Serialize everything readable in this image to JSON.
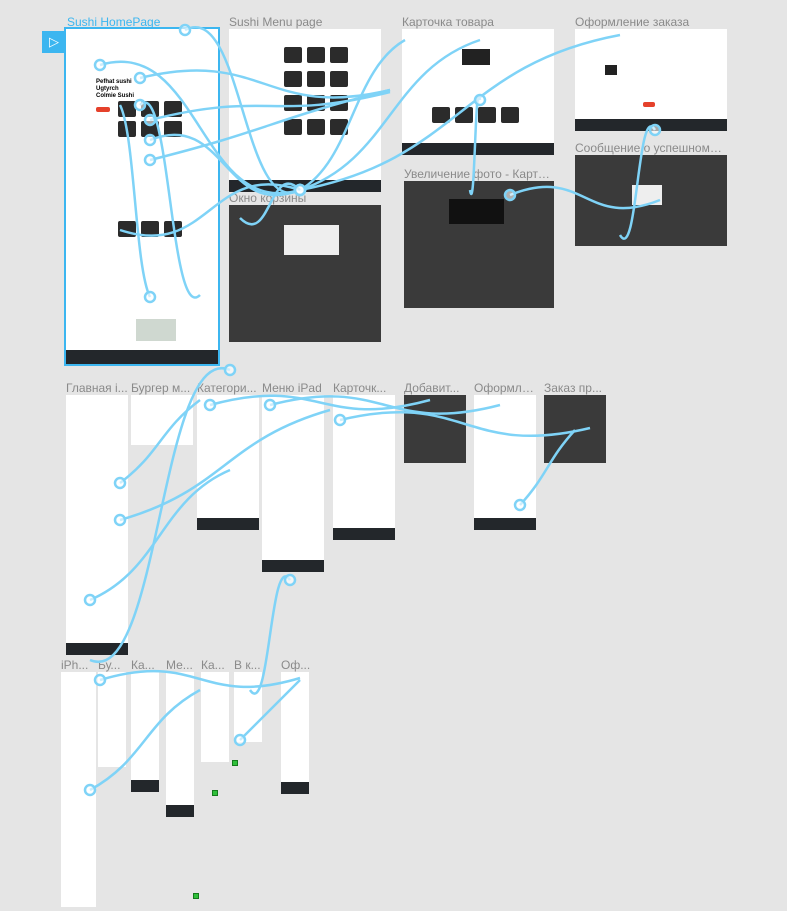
{
  "artboards": [
    {
      "id": "home",
      "label": "Sushi HomePage",
      "selected": true,
      "dark": false
    },
    {
      "id": "menu",
      "label": "Sushi Menu page",
      "dark": false
    },
    {
      "id": "cart",
      "label": "Окно корзины",
      "dark": true
    },
    {
      "id": "card",
      "label": "Карточка товара",
      "dark": false
    },
    {
      "id": "zoom",
      "label": "Увеличение фото - Карточ...",
      "dark": true
    },
    {
      "id": "order",
      "label": "Оформление заказа",
      "dark": false
    },
    {
      "id": "success",
      "label": "Сообщение о успешном за...",
      "dark": true
    },
    {
      "id": "ipad-home",
      "label": "Главная i...",
      "dark": false
    },
    {
      "id": "ipad-burger",
      "label": "Бургер м...",
      "dark": false
    },
    {
      "id": "ipad-cat",
      "label": "Категори...",
      "dark": false
    },
    {
      "id": "ipad-menu",
      "label": "Меню iPad",
      "dark": false
    },
    {
      "id": "ipad-card",
      "label": "Карточк...",
      "dark": false
    },
    {
      "id": "ipad-add",
      "label": "Добавит...",
      "dark": true
    },
    {
      "id": "ipad-order",
      "label": "Оформле...",
      "dark": false
    },
    {
      "id": "ipad-done",
      "label": "Заказ пр...",
      "dark": true
    },
    {
      "id": "iphone-home",
      "label": "iPh...",
      "dark": false
    },
    {
      "id": "iphone-burger",
      "label": "Бу...",
      "dark": false
    },
    {
      "id": "iphone-cat",
      "label": "Ка...",
      "dark": false
    },
    {
      "id": "iphone-menu",
      "label": "Ме...",
      "dark": false
    },
    {
      "id": "iphone-card",
      "label": "Ка...",
      "dark": false
    },
    {
      "id": "iphone-cart",
      "label": "В к...",
      "dark": false
    },
    {
      "id": "iphone-order",
      "label": "Оф...",
      "dark": false
    }
  ],
  "home_headline": "Pefhat sushi Ugtyrch Colmie Sushi",
  "wire_color": "#7fd3f7",
  "accent": "#3cb6f0"
}
